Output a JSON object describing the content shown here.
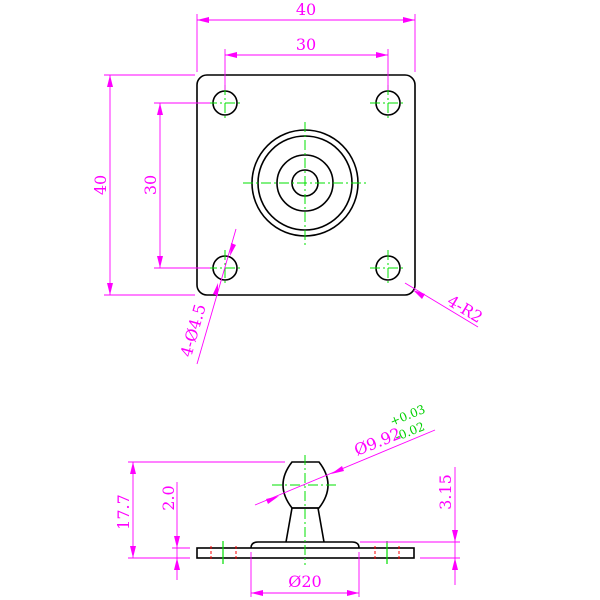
{
  "top_view": {
    "width_dim": "40",
    "hole_spacing_x_dim": "30",
    "height_dim": "40",
    "hole_spacing_y_dim": "30",
    "hole_callout": "4-Ø4.5",
    "corner_callout": "4-R2"
  },
  "side_view": {
    "ball_diameter": "Ø9.92",
    "ball_tol_upper": "+0.03",
    "ball_tol_lower": "-0.02",
    "total_height_dim": "17.7",
    "plate_thickness_dim": "2.0",
    "boss_height_dim": "3.15",
    "boss_diameter_dim": "Ø20"
  },
  "colors": {
    "object": "#000000",
    "dimension": "#ff00ff",
    "centerline": "#00e000",
    "hidden": "#ff0000"
  }
}
